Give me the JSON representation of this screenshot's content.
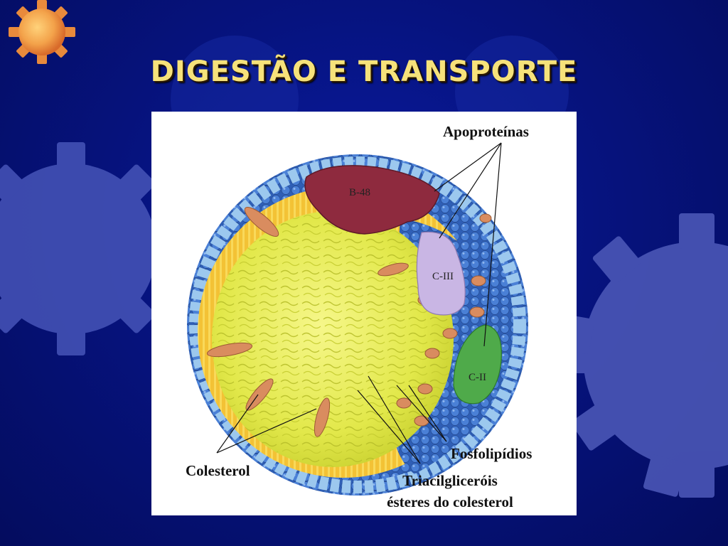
{
  "slide": {
    "title": "DIGESTÃO E TRANSPORTE"
  },
  "diagram": {
    "labels": {
      "apoproteins": "Apoproteínas",
      "b48": "B-48",
      "c3": "C-III",
      "c2": "C-II",
      "phospholipids": "Fosfolipídios",
      "cholesterol": "Colesterol",
      "triacylglycerol_line1": "Triacilgliceróis",
      "triacylglycerol_line2": "ésteres do colesterol"
    },
    "colors": {
      "background": "#06137f",
      "title": "#f6e27a",
      "b48": "#8e2a3e",
      "c3": "#c9b6e4",
      "c2": "#4faa4a",
      "phospholipid_heads": "#9cc8ee",
      "shell_blue": "#3d6fc3",
      "core_yellow": "#e8ec52",
      "cholesterol": "#d98c5f"
    },
    "icons": [
      "sun-gear-icon",
      "background-gear-icon"
    ]
  }
}
